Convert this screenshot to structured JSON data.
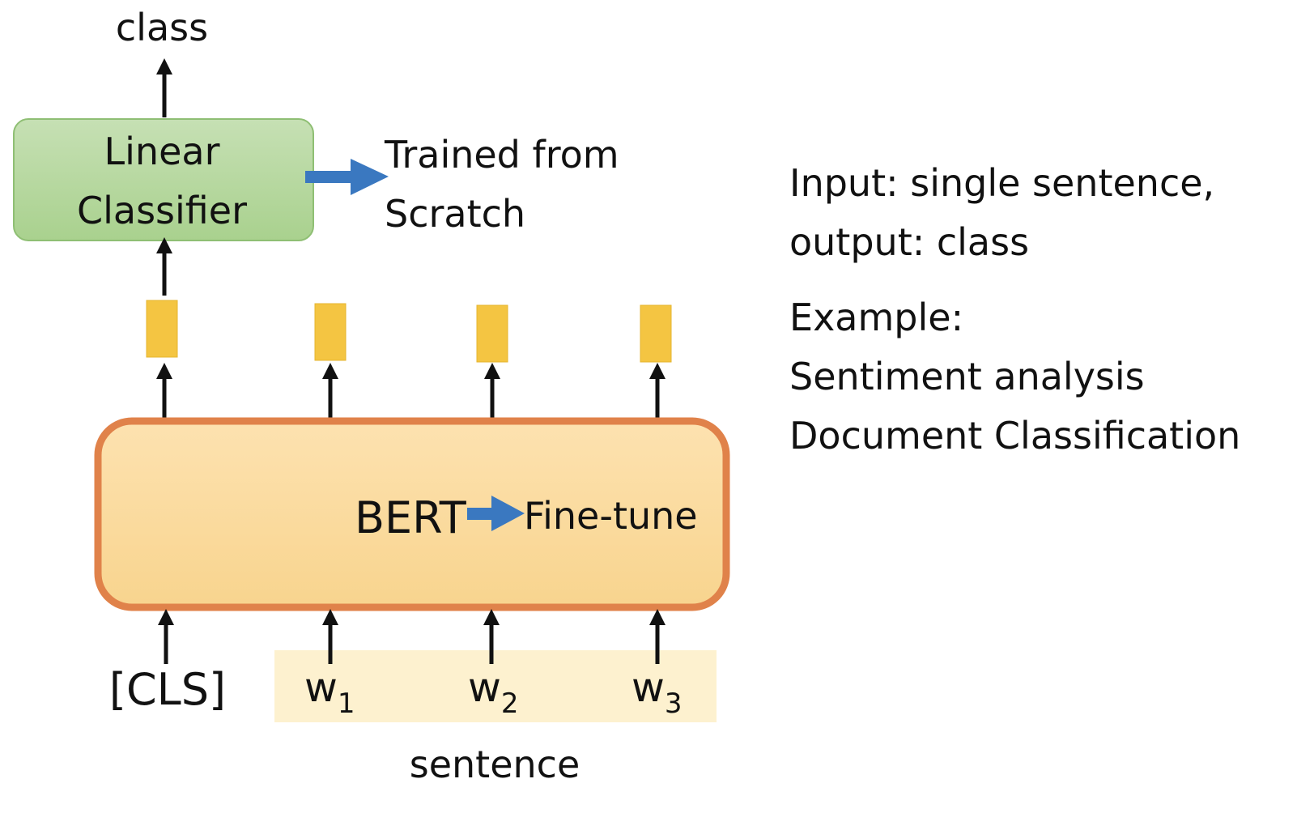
{
  "top_output": {
    "label": "class"
  },
  "linear_classifier": {
    "line1": "Linear",
    "line2": "Classifier",
    "fill": "#c0dcae",
    "border": "#8fbf74"
  },
  "trained_note": {
    "line1": "Trained from",
    "line2": "Scratch",
    "arrow_color": "#3a78c0"
  },
  "bert": {
    "label": "BERT",
    "finetune_label": "Fine-tune",
    "fill": "#fbd99a",
    "border": "#e0824a",
    "arrow_color": "#3a78c0"
  },
  "embedding_vector_color": "#f4c542",
  "inputs": {
    "cls": "[CLS]",
    "tokens": [
      {
        "base": "w",
        "sub": "1"
      },
      {
        "base": "w",
        "sub": "2"
      },
      {
        "base": "w",
        "sub": "3"
      }
    ],
    "sentence_label": "sentence",
    "sentence_fill": "#fdf1cf"
  },
  "description": {
    "line1": "Input: single sentence,",
    "line2": "output: class",
    "line3": "Example:",
    "line4": "Sentiment analysis",
    "line5": "Document Classification"
  }
}
